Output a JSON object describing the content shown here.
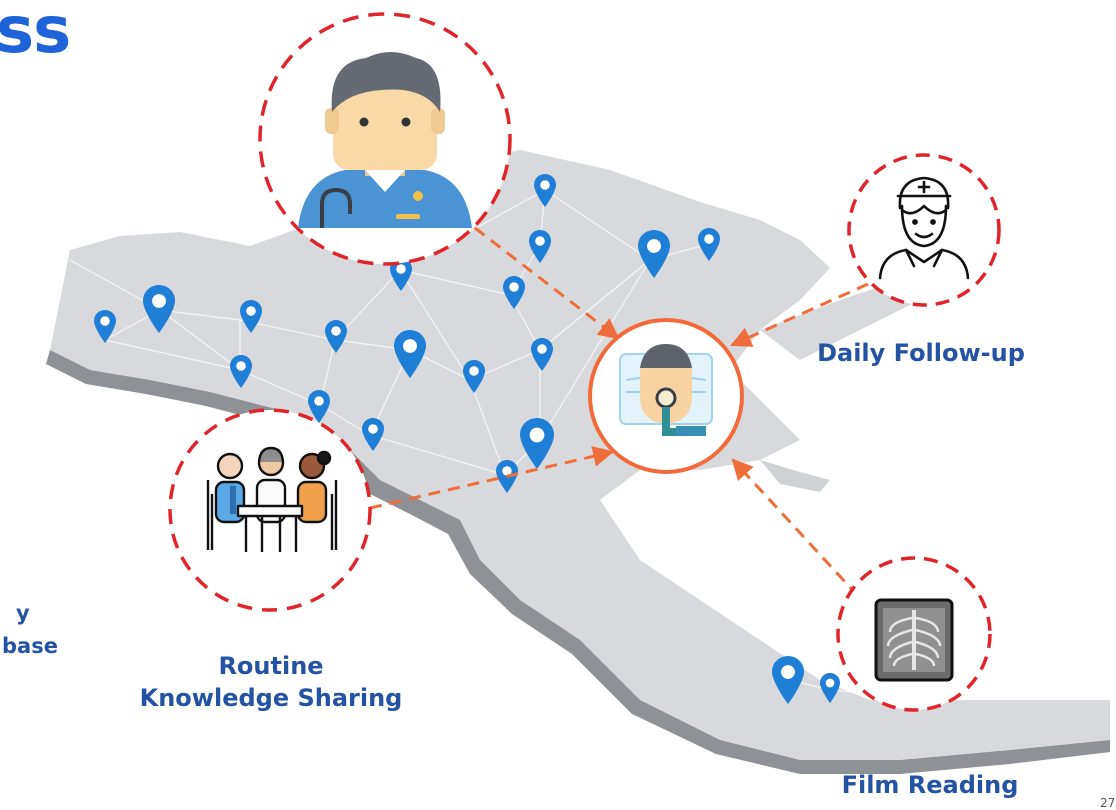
{
  "title_fragment": "ss",
  "nodes": {
    "center": {
      "icon": "patient-monitor-icon"
    },
    "doctor": {
      "icon": "doctor-avatar-icon"
    },
    "nurse": {
      "icon": "nurse-icon",
      "label": "Daily Follow-up"
    },
    "team": {
      "icon": "medical-team-icon",
      "label_line1": "Routine",
      "label_line2": "Knowledge Sharing"
    },
    "xray": {
      "icon": "chest-xray-icon",
      "label": "Film Reading"
    }
  },
  "left_cut_labels": {
    "line1": "y",
    "line2": "base"
  },
  "page_number_fragment": "27",
  "colors": {
    "accent_blue": "#1e63d8",
    "label_blue": "#2553a3",
    "dashed_red": "#e0242a",
    "center_ring": "#f26a3a",
    "arrow": "#ef6d3b",
    "pin_blue": "#1f7fd6",
    "map_gray": "#d7d9dc"
  }
}
